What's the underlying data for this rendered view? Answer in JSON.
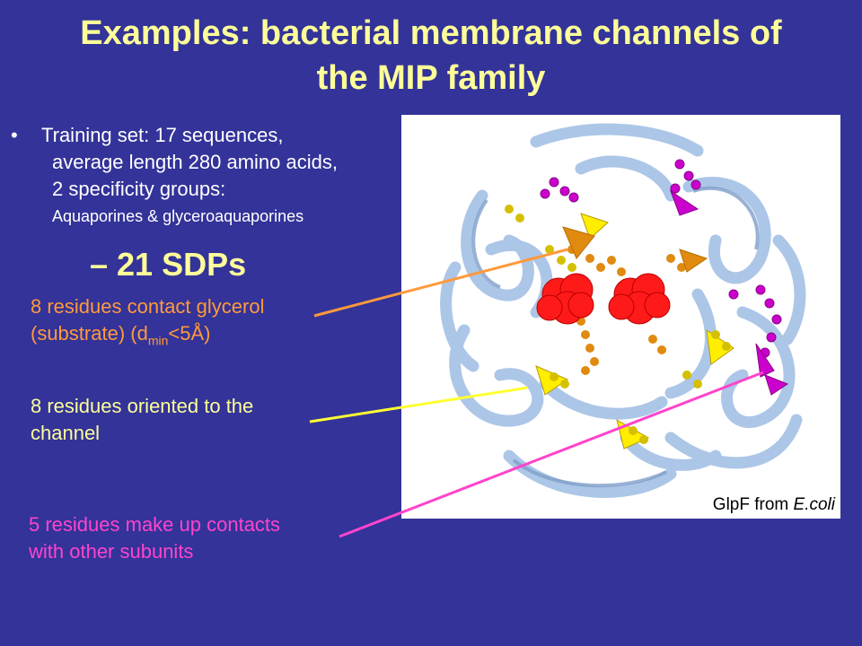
{
  "title_line1": "Examples: bacterial membrane channels of",
  "title_line2": "the MIP family",
  "bullet": {
    "marker": "•",
    "line1": "Training set: 17 sequences,",
    "line2": "average length 280 amino acids,",
    "line3": "2 specificity groups:",
    "line4": "Aquaporines & glyceroaquaporines"
  },
  "sdps": "– 21 SDPs",
  "note_orange": {
    "line1": "8 residues contact glycerol",
    "line2_pre": "(substrate)  (d",
    "line2_sub": "min",
    "line2_post": "<5Å)"
  },
  "note_yellow": {
    "line1": "8 residues oriented to the",
    "line2": "channel"
  },
  "note_pink": {
    "line1": "5 residues make up contacts",
    "line2": "with other subunits"
  },
  "caption": {
    "prefix": "GlpF from ",
    "organism": "E.coli"
  },
  "colors": {
    "background": "#333399",
    "title": "#ffff99",
    "orange": "#ff9a3c",
    "yellow": "#ffff99",
    "pink": "#ff44cc",
    "ribbon": "#a8c4e6",
    "glycerol": "#ff1a1a",
    "magenta": "#cc00cc"
  }
}
